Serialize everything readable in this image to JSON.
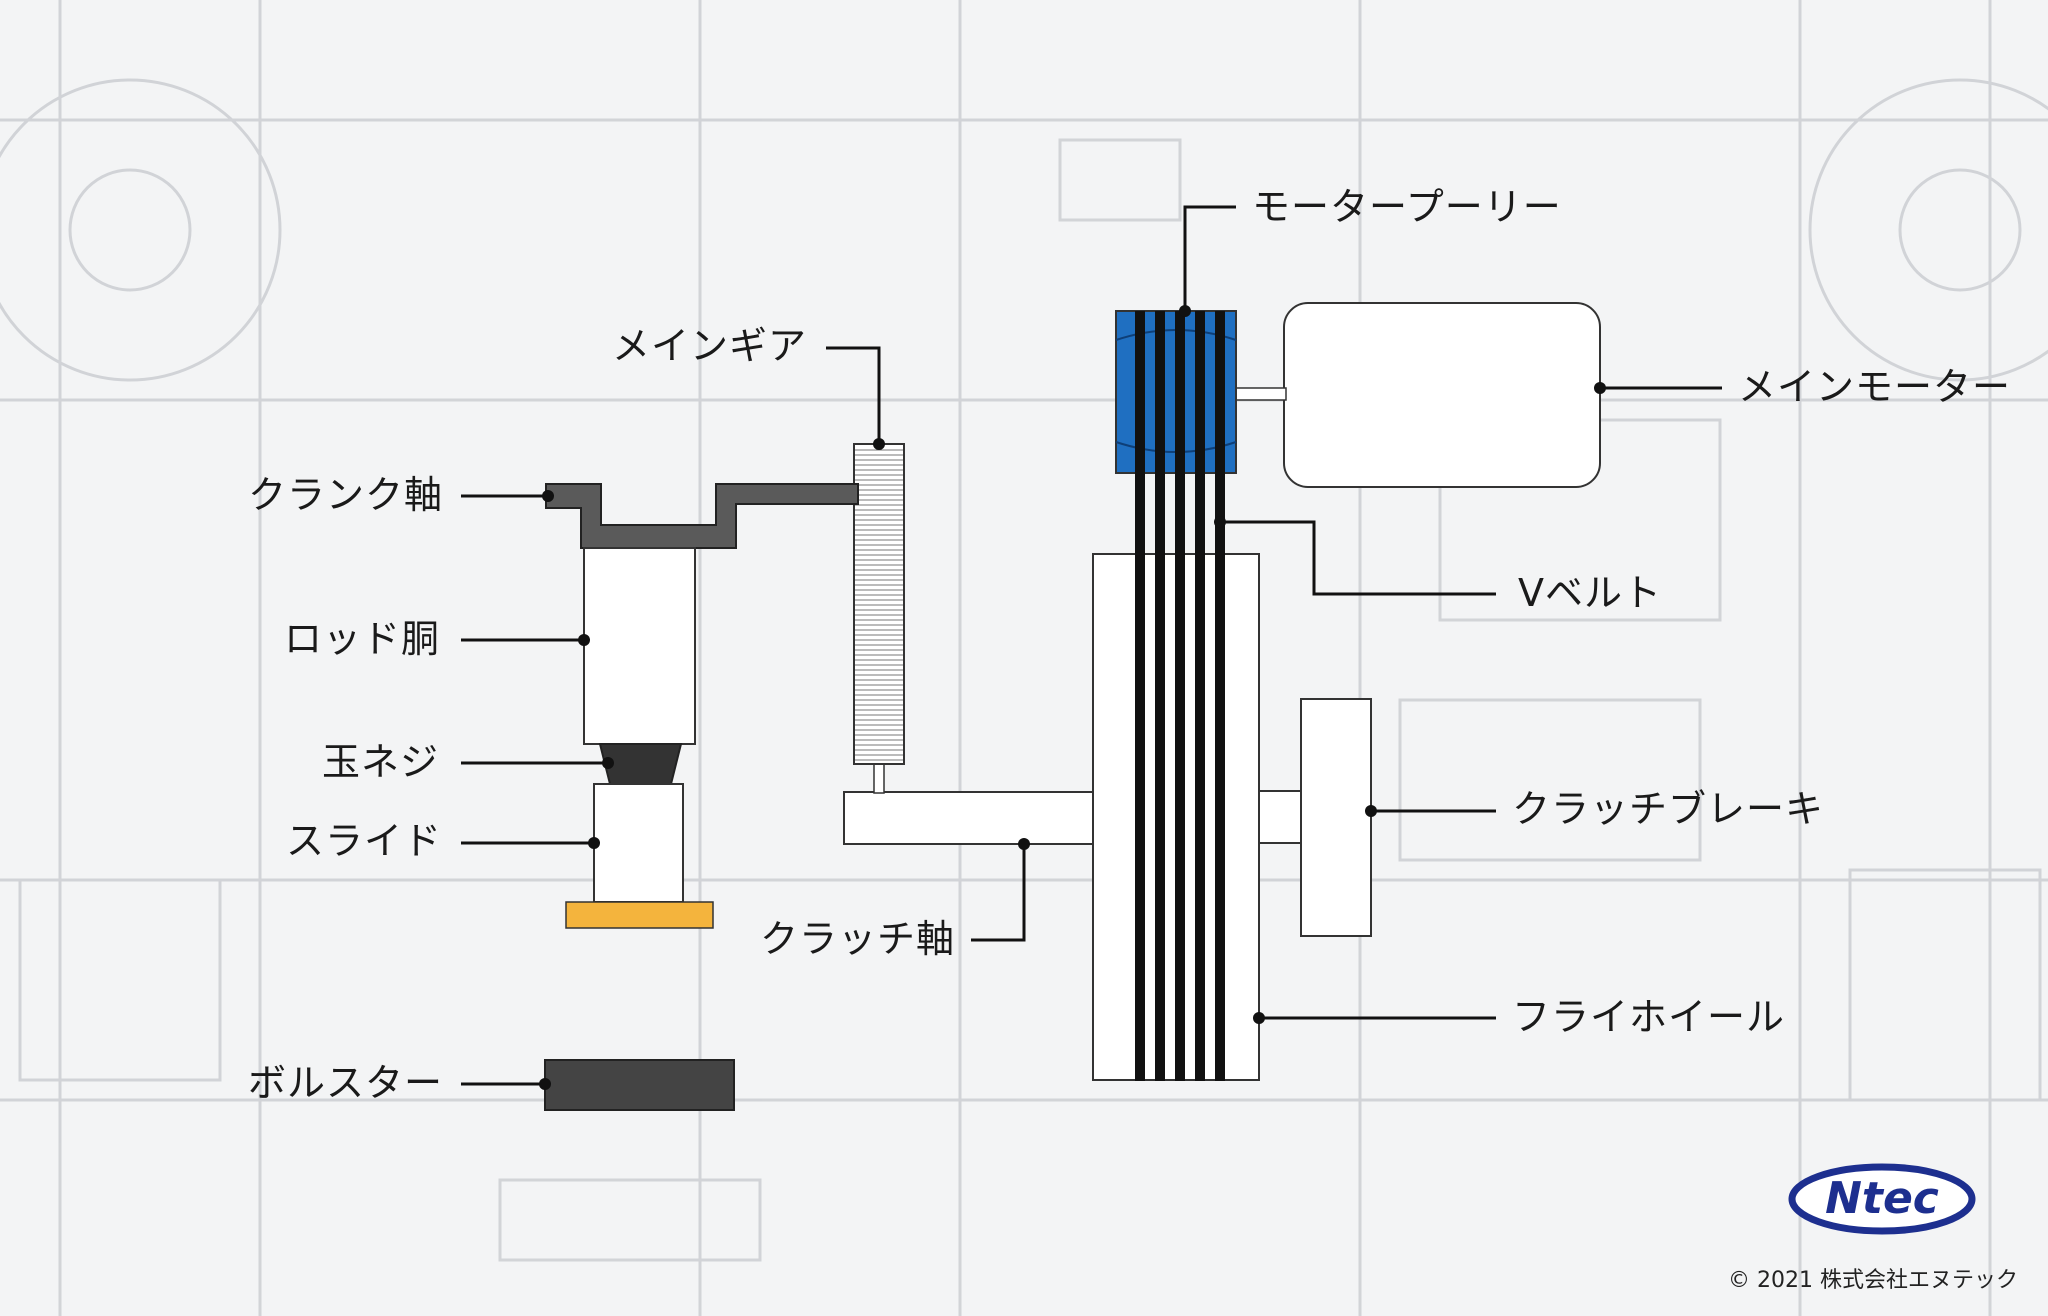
{
  "labels": {
    "motor_pulley": "モータープーリー",
    "main_gear": "メインギア",
    "main_motor": "メインモーター",
    "crankshaft": "クランク軸",
    "rod_body": "ロッド胴",
    "ball_screw": "玉ネジ",
    "slide": "スライド",
    "v_belt": "Vベルト",
    "clutch_brake": "クラッチブレーキ",
    "clutch_shaft": "クラッチ軸",
    "flywheel": "フライホイール",
    "bolster": "ボルスター"
  },
  "logo": {
    "text": "Ntec"
  },
  "copyright": "© 2021 株式会社エヌテック",
  "colors": {
    "pulley_blue": "#1f6fc1",
    "slide_plate_orange": "#f4b43d",
    "bolster_gray": "#444444",
    "crank_gray": "#5a5a5a",
    "logo_blue": "#1d2f8f"
  }
}
